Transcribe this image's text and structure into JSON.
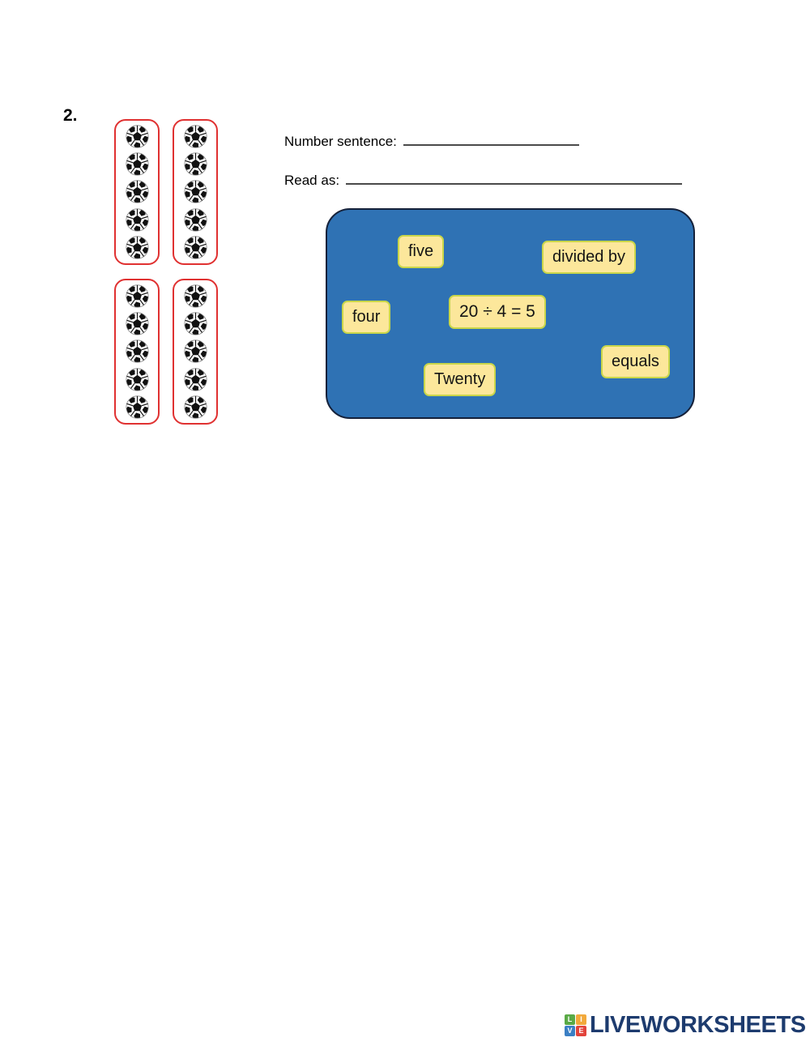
{
  "worksheet": {
    "question_number": "2.",
    "topic": "division-grouping"
  },
  "ball_groups": {
    "group_count": 4,
    "balls_per_group": 5,
    "total_balls": 20,
    "ball_icon": "soccer-ball-icon",
    "outline_color": "#e03131"
  },
  "prompts": [
    {
      "label": "Number sentence:",
      "value": "",
      "line_width": 217
    },
    {
      "label": "Read as:",
      "value": "",
      "line_width": 415
    }
  ],
  "word_bank": {
    "panel_color": "#2f72b4",
    "tile_color": "#fce79b",
    "tile_border_color": "#c9d649",
    "tiles": [
      {
        "text": "five"
      },
      {
        "text": "divided by"
      },
      {
        "text": "four"
      },
      {
        "text": "20 ÷ 4 = 5"
      },
      {
        "text": "equals"
      },
      {
        "text": "Twenty"
      }
    ]
  },
  "branding": {
    "wordmark": "LIVEWORKSHEETS",
    "wordmark_color": "#1d3b6e",
    "logo_cells": [
      {
        "letter": "L",
        "color": "#5aaa46"
      },
      {
        "letter": "I",
        "color": "#f2a93b"
      },
      {
        "letter": "V",
        "color": "#3b7fc4"
      },
      {
        "letter": "E",
        "color": "#e2433b"
      }
    ]
  }
}
